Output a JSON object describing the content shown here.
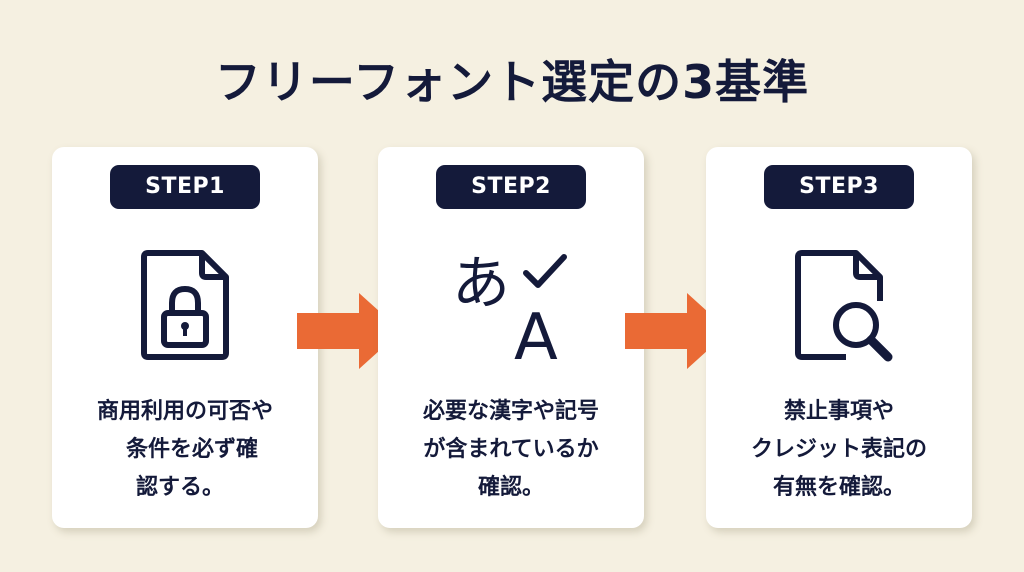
{
  "title": "フリーフォント選定の3基準",
  "colors": {
    "background": "#F5F0E1",
    "navy": "#141A3A",
    "arrow": "#EA6A35",
    "card": "#FFFFFF"
  },
  "steps": [
    {
      "badge": "STEP1",
      "icon": "document-lock-icon",
      "lines": [
        "商用利用の可否や",
        "条件を必ず確",
        "認する。"
      ]
    },
    {
      "badge": "STEP2",
      "icon": "language-check-icon",
      "icon_glyphs": {
        "kana": "あ",
        "latin": "A"
      },
      "lines": [
        "必要な漢字や記号",
        "が含まれているか",
        "確認。"
      ]
    },
    {
      "badge": "STEP3",
      "icon": "document-search-icon",
      "lines": [
        "禁止事項や",
        "クレジット表記の",
        "有無を確認。"
      ]
    }
  ],
  "arrows": [
    "arrow-right-icon",
    "arrow-right-icon"
  ]
}
